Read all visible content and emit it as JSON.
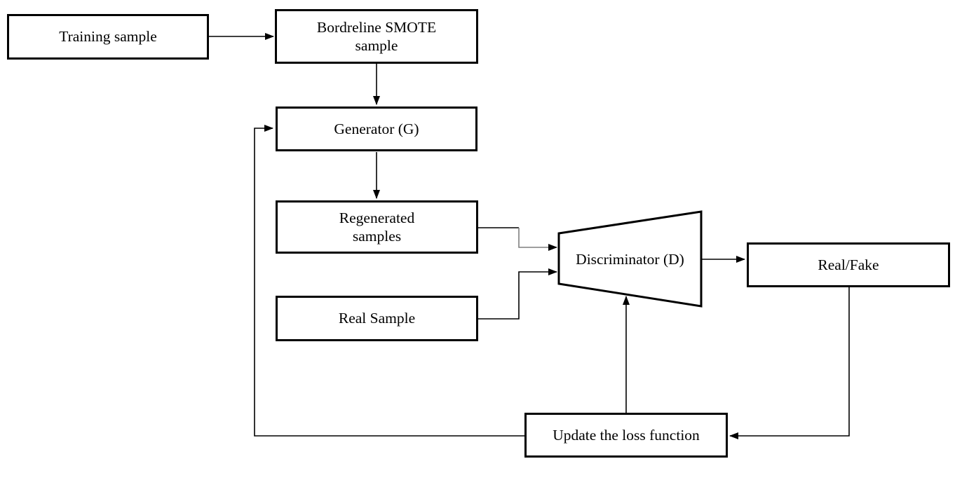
{
  "nodes": {
    "training": {
      "label": "Training sample"
    },
    "smote": {
      "label": "Bordreline SMOTE\nsample"
    },
    "generator": {
      "label": "Generator (G)"
    },
    "regenerated": {
      "label": "Regenerated\nsamples"
    },
    "real_sample": {
      "label": "Real Sample"
    },
    "discriminator": {
      "label": "Discriminator (D)"
    },
    "real_fake": {
      "label": "Real/Fake"
    },
    "update_loss": {
      "label": "Update the loss function"
    }
  },
  "edges": [
    {
      "from": "Training sample",
      "to": "Bordreline SMOTE sample",
      "arrow": true
    },
    {
      "from": "Bordreline SMOTE sample",
      "to": "Generator (G)",
      "arrow": true
    },
    {
      "from": "Generator (G)",
      "to": "Regenerated samples",
      "arrow": true
    },
    {
      "from": "Regenerated samples",
      "to": "Discriminator (D)",
      "arrow": true
    },
    {
      "from": "Real Sample",
      "to": "Discriminator (D)",
      "arrow": true
    },
    {
      "from": "Discriminator (D)",
      "to": "Real/Fake",
      "arrow": true
    },
    {
      "from": "Real/Fake",
      "to": "Update the loss function",
      "arrow": true
    },
    {
      "from": "Update the loss function",
      "to": "Discriminator (D)",
      "arrow": true
    },
    {
      "from": "Update the loss function",
      "to": "Generator (G)",
      "arrow": true
    }
  ],
  "colors": {
    "background": "#ffffff",
    "line": "#000000",
    "gray_segment": "#7f7f7f",
    "text": "#000000",
    "node_fill": "#ffffff",
    "node_border": "#000000"
  }
}
